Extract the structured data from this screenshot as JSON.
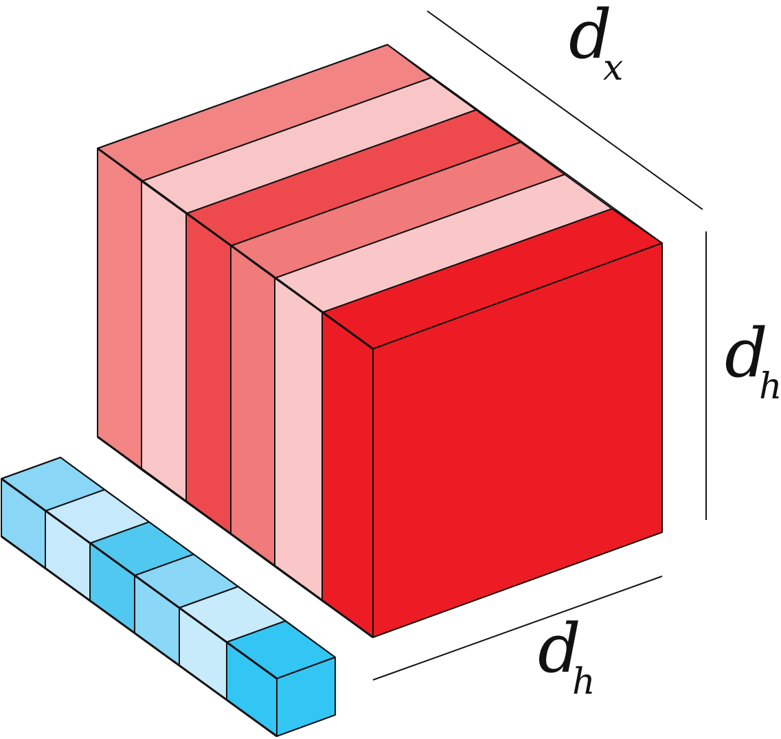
{
  "labels": {
    "dx_main": "d",
    "dx_sub": "x",
    "dh_right_main": "d",
    "dh_right_sub": "h",
    "dh_bottom_main": "d",
    "dh_bottom_sub": "h"
  },
  "colors": {
    "red_slices": [
      "#f28484",
      "#f9c6c7",
      "#ee4a4e",
      "#f17a7b",
      "#f9c7c8",
      "#ed1c24"
    ],
    "red_sides": [
      "#f28484",
      "#f9c6c7",
      "#ee4a4e",
      "#f17a7b",
      "#f9c7c8",
      "#ed1c24"
    ],
    "red_front": "#ed1c24",
    "blue_cells": [
      "#89d6f6",
      "#c6eafb",
      "#51c8f0",
      "#8ad7f7",
      "#c8ebfb",
      "#33c5f3"
    ],
    "blue_front": "#33c5f3",
    "outline": "#111111"
  }
}
